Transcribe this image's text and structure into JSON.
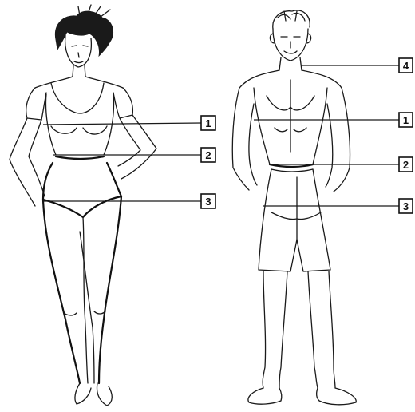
{
  "figures": [
    {
      "id": "female",
      "callouts": [
        {
          "label": "1"
        },
        {
          "label": "2"
        },
        {
          "label": "3"
        }
      ]
    },
    {
      "id": "male",
      "callouts": [
        {
          "label": "4"
        },
        {
          "label": "1"
        },
        {
          "label": "2"
        },
        {
          "label": "3"
        }
      ]
    }
  ]
}
